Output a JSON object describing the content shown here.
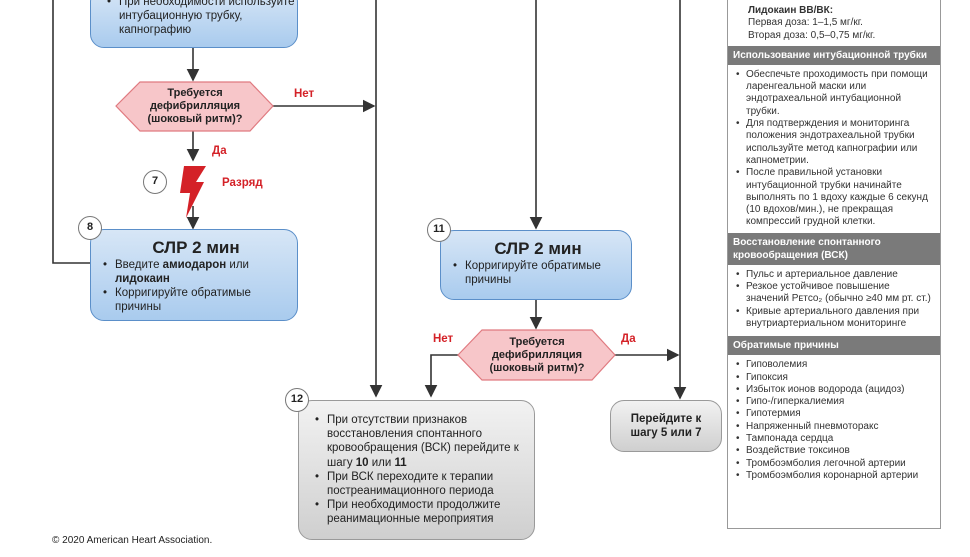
{
  "steps": {
    "top": {
      "bullets": [
        "При необходимости используйте интубационную трубку, капнографию"
      ]
    },
    "decision1": {
      "text": "Требуется дефибрилляция (шоковый ритм)?",
      "no": "Нет",
      "yes": "Да"
    },
    "step7": {
      "number": "7",
      "label": "Разряд",
      "icon": "lightning-bolt-icon"
    },
    "step8": {
      "number": "8",
      "title": "СЛР 2 мин",
      "b1_pre": "Введите ",
      "b1_bold1": "амиодарон",
      "b1_mid": " или ",
      "b1_bold2": "лидокаин",
      "b2": "Корригируйте обратимые причины"
    },
    "step11": {
      "number": "11",
      "title": "СЛР 2 мин",
      "b1": "Корригируйте обратимые причины"
    },
    "decision2": {
      "text": "Требуется дефибрилляция (шоковый ритм)?",
      "no": "Нет",
      "yes": "Да"
    },
    "step12": {
      "number": "12",
      "b1_pre": "При отсутствии признаков восстановления спонтанного кровообращения (ВСК) перейдите к шагу ",
      "b1_n1": "10",
      "b1_mid": " или ",
      "b1_n2": "11",
      "b2": "При ВСК переходите к терапии постреанимационного периода",
      "b3": "При необходимости продолжите реанимационные мероприятия"
    },
    "goto": {
      "text": "Перейдите к шагу 5 или 7"
    }
  },
  "panel": {
    "lidocaine": {
      "title": "Лидокаин ВВ/ВК:",
      "l1": "Первая доза: 1–1,5 мг/кг.",
      "l2": "Вторая доза: 0,5–0,75 мг/кг."
    },
    "intubation": {
      "header": "Использование интубационной трубки",
      "items": [
        "Обеспечьте проходимость при помощи ларенгеальной маски или эндотрахеальной интубационной трубки.",
        "Для подтверждения и мониторинга положения эндотрахеальной трубки используйте метод капнографии или капнометрии.",
        "После правильной установки интубационной трубки начинайте выполнять по 1 вдоху каждые 6 секунд (10 вдохов/мин.), не прекращая компрессий грудной клетки."
      ]
    },
    "rosc": {
      "header": "Восстановление спонтанного кровообращения (ВСК)",
      "items": [
        "Пульс и артериальное давление",
        "Резкое устойчивое повышение значений Pᴇᴛco₂ (обычно ≥40 мм рт. ст.)",
        "Кривые артериального давления при внутриартериальном мониторинге"
      ]
    },
    "causes": {
      "header": "Обратимые причины",
      "items": [
        "Гиповолемия",
        "Гипоксия",
        "Избыток ионов водорода (ацидоз)",
        "Гипо-/гиперкалиемия",
        "Гипотермия",
        "Напряженный пневмоторакс",
        "Тампонада сердца",
        "Воздействие токсинов",
        "Тромбоэмболия легочной артерии",
        "Тромбоэмболия коронарной артерии"
      ]
    }
  },
  "footer": {
    "copyright": "© 2020 American Heart Association."
  },
  "colors": {
    "blue_box": "#a9cbee",
    "decision": "#f7c6c9",
    "red": "#d42127",
    "gray_header": "#7a7a7a"
  }
}
